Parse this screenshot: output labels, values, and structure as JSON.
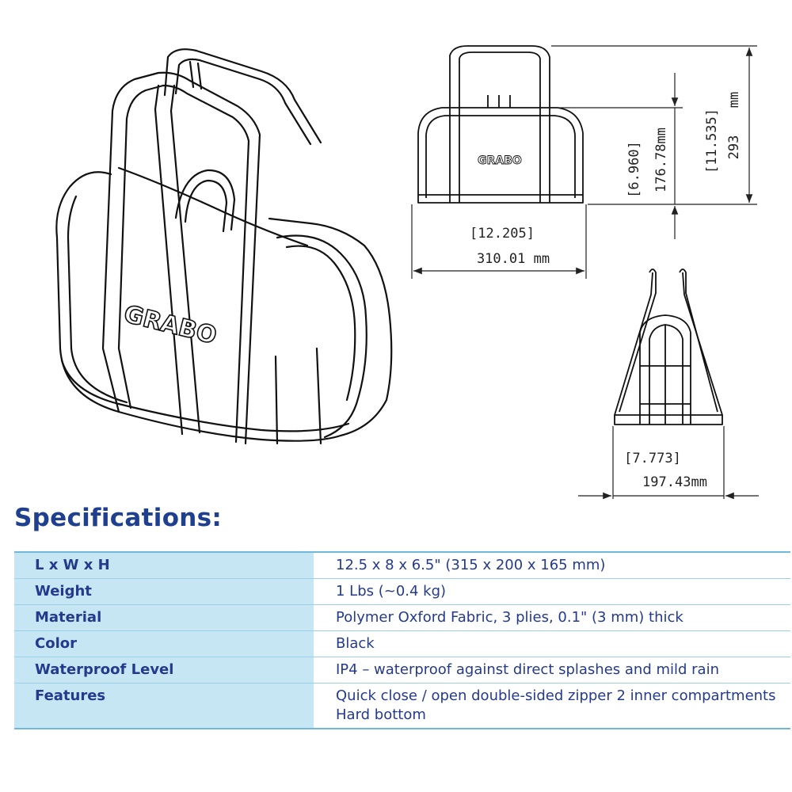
{
  "drawing": {
    "brand_logo": "GRABO",
    "dims": {
      "width_in": "[12.205]",
      "width_mm": "310.01 mm",
      "base_height_in": "[6.960]",
      "base_height_mm": "176.78mm",
      "total_height_in": "[11.535]",
      "total_height_mm": "293",
      "total_height_unit": "mm",
      "depth_in": "[7.773]",
      "depth_mm": "197.43mm"
    }
  },
  "specs": {
    "title": "Specifications:",
    "rows": [
      {
        "label": "L x W x H",
        "value": "12.5 x 8 x 6.5\" (315 x 200 x 165 mm)"
      },
      {
        "label": "Weight",
        "value": "1 Lbs (~0.4 kg)"
      },
      {
        "label": "Material",
        "value": "Polymer Oxford Fabric, 3 plies, 0.1\" (3 mm) thick"
      },
      {
        "label": "Color",
        "value": "Black"
      },
      {
        "label": "Waterproof Level",
        "value": "IP4 – waterproof against direct splashes and mild rain"
      },
      {
        "label": "Features",
        "value": "Quick close / open double-sided zipper 2 inner compartments Hard bottom"
      }
    ]
  }
}
